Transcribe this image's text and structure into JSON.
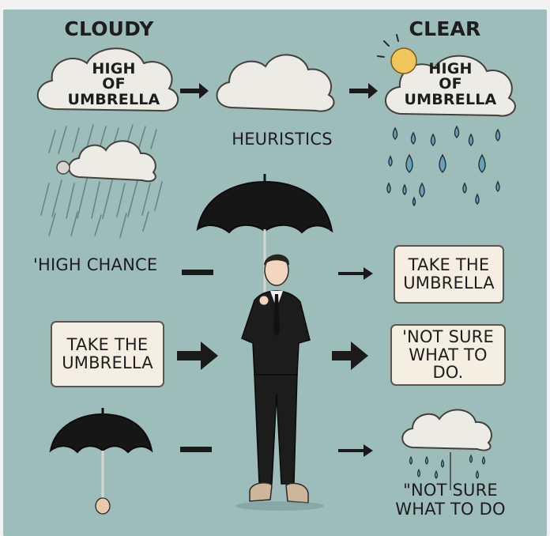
{
  "headings": {
    "cloudy": "CLOUDY",
    "clear": "CLEAR",
    "heuristics": "HEURISTICS"
  },
  "clouds": {
    "left": {
      "line1": "HIGH",
      "line2": "OF",
      "line3": "UMBRELLA"
    },
    "right": {
      "line1": "HIGH",
      "line2": "OF",
      "line3": "UMBRELLA"
    }
  },
  "rows": {
    "high_chance": "'HIGH CHANCE",
    "take_umbrella_right": {
      "line1": "TAKE THE",
      "line2": "UMBRELLA"
    },
    "take_umbrella_left": {
      "line1": "TAKE THE",
      "line2": "UMBRELLA"
    },
    "not_sure_box": {
      "line1": "'NOT SURE",
      "line2": "WHAT TO DO."
    },
    "not_sure_bottom": {
      "line1": "\"NOT SURE",
      "line2": "WHAT TO DO"
    }
  },
  "colors": {
    "background": "#9dbdbb",
    "cloud": "#ecebe6",
    "sign": "#f4efe2",
    "arrow": "#1a1a1a",
    "raindrop": "#6aa1b6",
    "sun": "#f1c75b"
  }
}
